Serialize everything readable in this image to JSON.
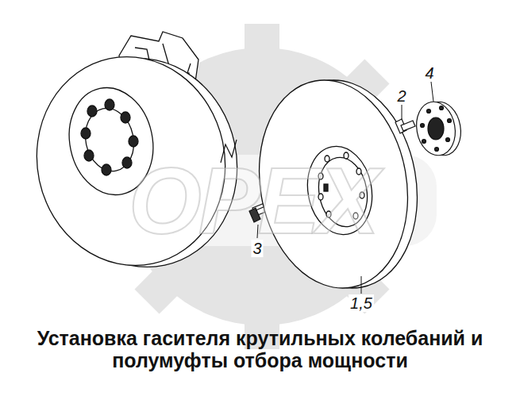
{
  "diagram": {
    "caption": "Установка гасителя крутильных колебаний и полумуфты отбора мощности",
    "labels": [
      "ОРЕХ",
      "4",
      "2",
      "3",
      "1,5"
    ]
  }
}
